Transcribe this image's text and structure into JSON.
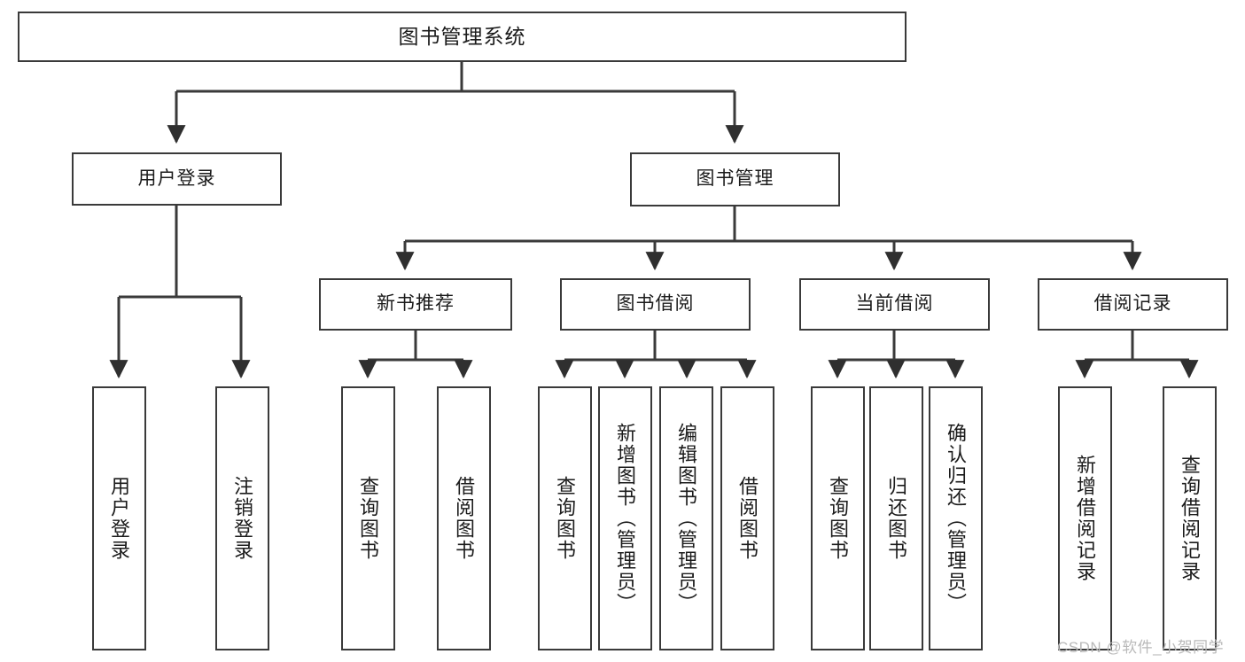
{
  "diagram": {
    "type": "tree",
    "title": "图书管理系统",
    "root": {
      "label": "图书管理系统"
    },
    "level2": [
      {
        "label": "用户登录"
      },
      {
        "label": "图书管理"
      }
    ],
    "level3": [
      {
        "label": "新书推荐"
      },
      {
        "label": "图书借阅"
      },
      {
        "label": "当前借阅"
      },
      {
        "label": "借阅记录"
      }
    ],
    "leaves": {
      "user_login": [
        {
          "label": "用户登录"
        },
        {
          "label": "注销登录"
        }
      ],
      "new_book_recommend": [
        {
          "label": "查询图书"
        },
        {
          "label": "借阅图书"
        }
      ],
      "book_borrow": [
        {
          "label": "查询图书"
        },
        {
          "label": "新增图书（管理员）"
        },
        {
          "label": "编辑图书（管理员）"
        },
        {
          "label": "借阅图书"
        }
      ],
      "current_borrow": [
        {
          "label": "查询图书"
        },
        {
          "label": "归还图书"
        },
        {
          "label": "确认归还（管理员）"
        }
      ],
      "borrow_record": [
        {
          "label": "新增借阅记录"
        },
        {
          "label": "查询借阅记录"
        }
      ]
    },
    "watermark": "CSDN @软件_小贺同学",
    "colors": {
      "stroke": "#3a3a3a",
      "text": "#1b1b1b",
      "background": "#ffffff",
      "watermark": "#b9b9b9"
    }
  }
}
